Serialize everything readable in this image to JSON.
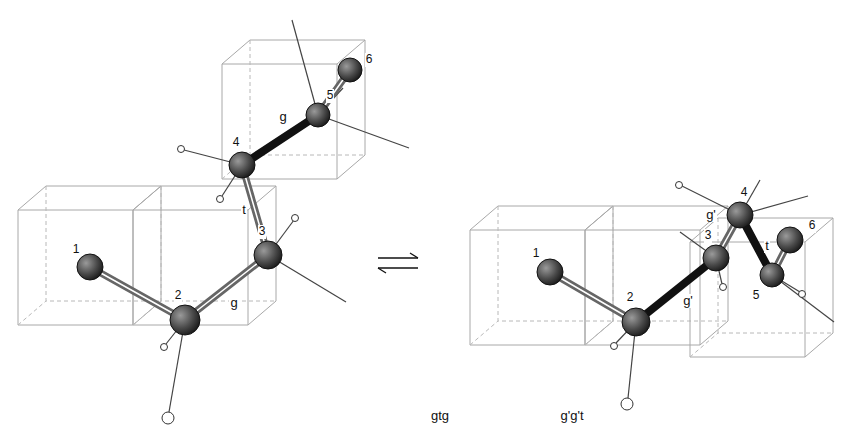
{
  "diagram": {
    "labels": [
      "1",
      "2",
      "3",
      "4",
      "5",
      "6",
      "g",
      "t",
      "g",
      "gtg",
      "1",
      "2",
      "3",
      "4",
      "5",
      "6",
      "g'",
      "g'",
      "t",
      "g'g't"
    ]
  }
}
